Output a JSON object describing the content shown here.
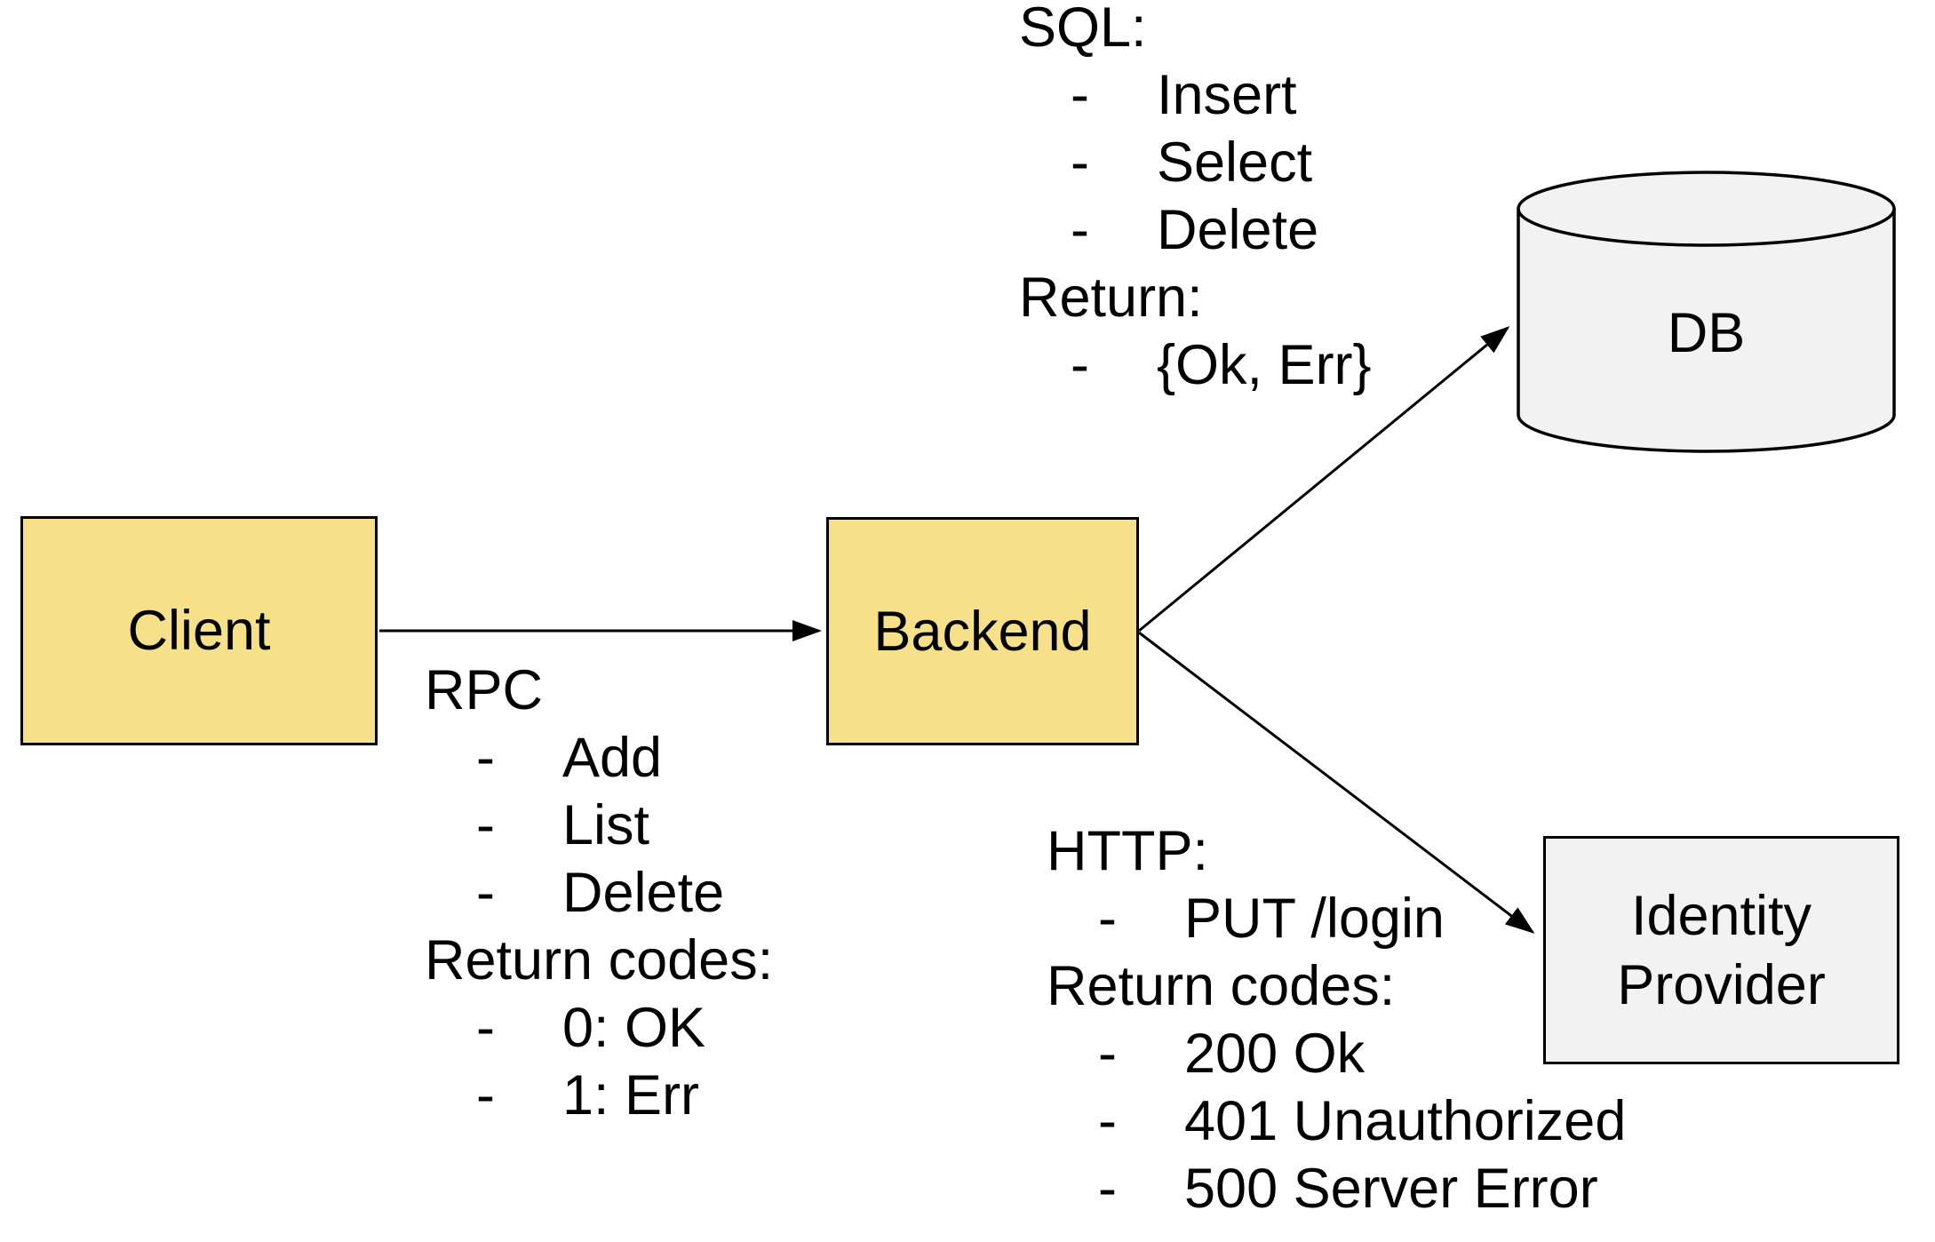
{
  "canvas": {
    "background": "#ffffff"
  },
  "colors": {
    "node_yellow_fill": "#F7E08A",
    "node_gray_fill": "#F2F2F2",
    "stroke": "#000000"
  },
  "nodes": {
    "client": {
      "label": "Client"
    },
    "backend": {
      "label": "Backend"
    },
    "db": {
      "label": "DB"
    },
    "identity_provider": {
      "label": "Identity Provider",
      "line1": "Identity",
      "line2": "Provider"
    }
  },
  "edges": [
    {
      "from": "Client",
      "to": "Backend",
      "protocol": "RPC"
    },
    {
      "from": "Backend",
      "to": "DB",
      "protocol": "SQL"
    },
    {
      "from": "Backend",
      "to": "Identity Provider",
      "protocol": "HTTP"
    }
  ],
  "annotations": {
    "bullet_char": "-",
    "rpc": {
      "lines": [
        {
          "text": "RPC",
          "bullet": false
        },
        {
          "text": "Add",
          "bullet": true
        },
        {
          "text": "List",
          "bullet": true
        },
        {
          "text": "Delete",
          "bullet": true
        },
        {
          "text": "Return codes:",
          "bullet": false
        },
        {
          "text": "0: OK",
          "bullet": true
        },
        {
          "text": "1: Err",
          "bullet": true
        }
      ]
    },
    "sql": {
      "lines": [
        {
          "text": "SQL:",
          "bullet": false
        },
        {
          "text": "Insert",
          "bullet": true
        },
        {
          "text": "Select",
          "bullet": true
        },
        {
          "text": "Delete",
          "bullet": true
        },
        {
          "text": "Return:",
          "bullet": false
        },
        {
          "text": "{Ok, Err}",
          "bullet": true
        }
      ]
    },
    "http": {
      "lines": [
        {
          "text": "HTTP:",
          "bullet": false
        },
        {
          "text": "PUT /login",
          "bullet": true
        },
        {
          "text": "Return codes:",
          "bullet": false
        },
        {
          "text": "200 Ok",
          "bullet": true
        },
        {
          "text": "401 Unauthorized",
          "bullet": true
        },
        {
          "text": "500 Server Error",
          "bullet": true
        }
      ]
    }
  }
}
